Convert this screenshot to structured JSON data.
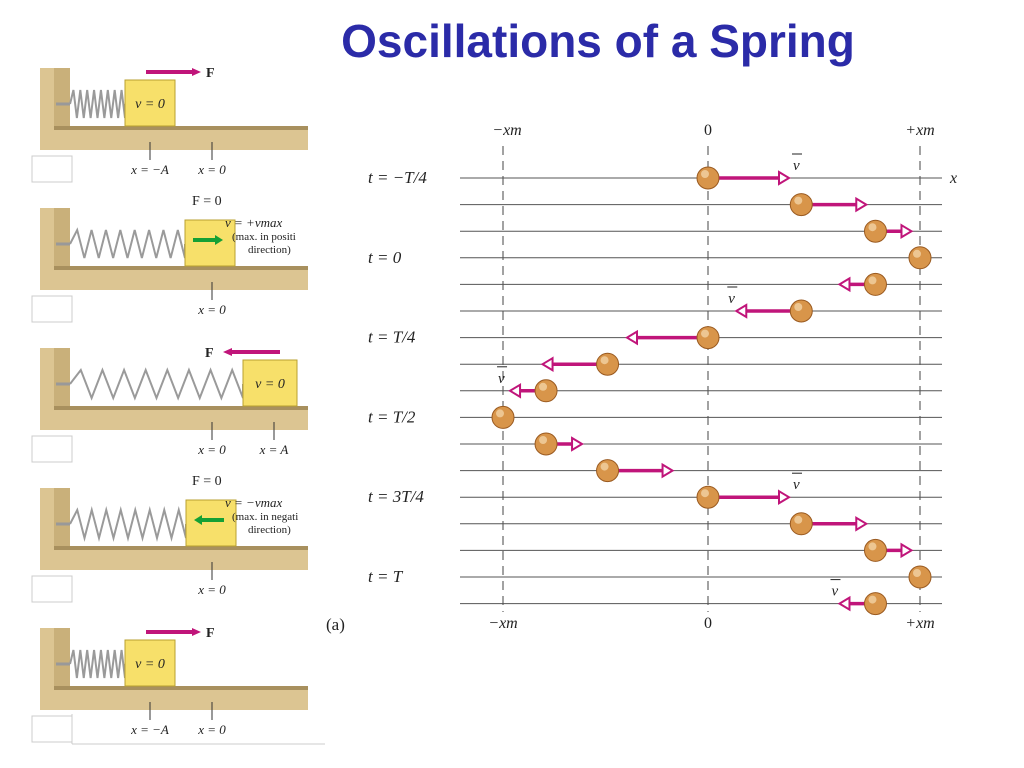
{
  "slide": {
    "title": "Oscillations of a Spring"
  },
  "colors": {
    "title": "#2b2ba8",
    "arrow": "#c0157a",
    "green_arrow": "#15a035",
    "block": "#f7e06a",
    "wood": "#dcc592",
    "ball": "#d8954a"
  },
  "spring_panels": [
    {
      "block_text": "v = 0",
      "force_label": "F",
      "force_dir": "right",
      "ticks": [
        "x = −A",
        "x = 0"
      ],
      "vel_lines": []
    },
    {
      "block_text": "",
      "force_label": "F = 0",
      "force_dir": "none",
      "green_dir": "right",
      "ticks": [
        "x = 0"
      ],
      "vel_lines": [
        "v = +vmax",
        "(max. in positi",
        "direction)"
      ]
    },
    {
      "block_text": "v = 0",
      "force_label": "F",
      "force_dir": "left",
      "ticks": [
        "x = 0",
        "x = A"
      ],
      "vel_lines": []
    },
    {
      "block_text": "",
      "force_label": "F = 0",
      "force_dir": "none",
      "green_dir": "left",
      "ticks": [
        "x = 0"
      ],
      "vel_lines": [
        "v = −vmax",
        "(max. in negati",
        "direction)"
      ]
    },
    {
      "block_text": "v = 0",
      "force_label": "F",
      "force_dir": "right",
      "ticks": [
        "x = −A",
        "x = 0"
      ],
      "vel_lines": []
    }
  ],
  "motion_diagram": {
    "top_labels": {
      "left": "−xm",
      "center": "0",
      "right": "+xm",
      "axis": "x"
    },
    "bottom_labels": {
      "left": "−xm",
      "center": "0",
      "right": "+xm"
    },
    "panel_label": "(a)",
    "time_labels": [
      "t = −T/4",
      "t = 0",
      "t = T/4",
      "t = T/2",
      "t = 3T/4",
      "t = T"
    ],
    "velocity_symbol": "v",
    "rows": [
      {
        "pos": 0.0,
        "vel": 0.71
      },
      {
        "pos": 0.44,
        "vel": 0.55
      },
      {
        "pos": 0.79,
        "vel": 0.26
      },
      {
        "pos": 1.0,
        "vel": 0.0
      },
      {
        "pos": 0.79,
        "vel": -0.26
      },
      {
        "pos": 0.44,
        "vel": -0.55
      },
      {
        "pos": 0.0,
        "vel": -0.71
      },
      {
        "pos": -0.49,
        "vel": -0.55
      },
      {
        "pos": -0.79,
        "vel": -0.26
      },
      {
        "pos": -1.0,
        "vel": 0.0
      },
      {
        "pos": -0.79,
        "vel": 0.26
      },
      {
        "pos": -0.49,
        "vel": 0.55
      },
      {
        "pos": 0.0,
        "vel": 0.71
      },
      {
        "pos": 0.44,
        "vel": 0.55
      },
      {
        "pos": 0.79,
        "vel": 0.26
      },
      {
        "pos": 1.0,
        "vel": 0.0
      },
      {
        "pos": 0.79,
        "vel": -0.26
      }
    ],
    "velocity_label_rows": [
      0,
      5,
      8,
      12,
      16
    ]
  }
}
